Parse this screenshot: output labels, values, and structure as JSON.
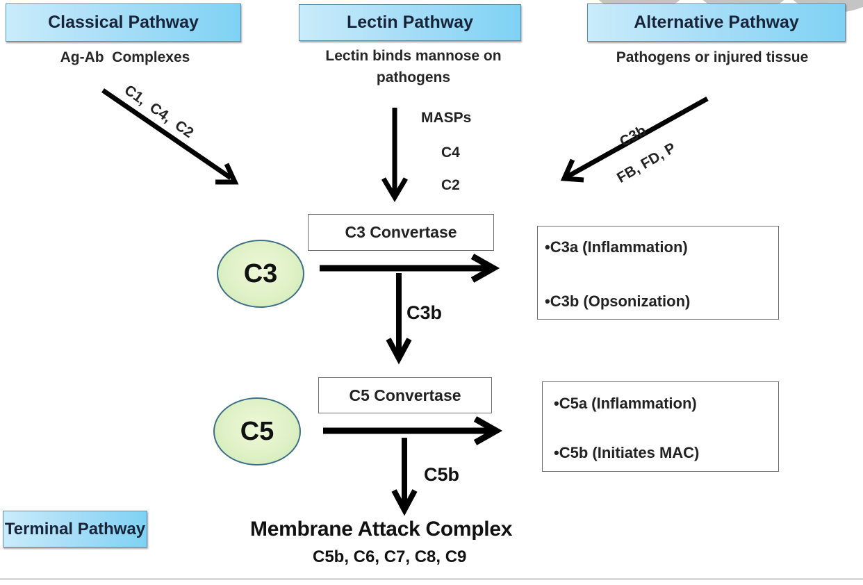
{
  "pathways": {
    "classical": {
      "title": "Classical Pathway",
      "trigger": "Ag-Ab  Complexes",
      "factors": "C1,  C4,  C2"
    },
    "lectin": {
      "title": "Lectin Pathway",
      "trigger_line1": "Lectin binds mannose on",
      "trigger_line2": "pathogens",
      "factors": [
        "MASPs",
        "C4",
        "C2"
      ]
    },
    "alternative": {
      "title": "Alternative Pathway",
      "trigger": "Pathogens or injured tissue",
      "factor_top": "C3b",
      "factor_bottom": "FB, FD, P"
    },
    "terminal": {
      "title": "Terminal Pathway"
    }
  },
  "c3_stage": {
    "substrate": "C3",
    "enzyme": "C3 Convertase",
    "down_label": "C3b",
    "products": [
      "•C3a (Inflammation)",
      "•C3b (Opsonization)"
    ]
  },
  "c5_stage": {
    "substrate": "C5",
    "enzyme": "C5 Convertase",
    "down_label": "C5b",
    "products": [
      "•C5a (Inflammation)",
      "•C5b (Initiates MAC)"
    ]
  },
  "mac": {
    "title": "Membrane Attack Complex",
    "components": "C5b, C6, C7, C8, C9"
  },
  "colors": {
    "pathway_box_light": "#c9ecfb",
    "pathway_box_dark": "#7fd2f4",
    "ellipse_fill": "#dff1c6",
    "ellipse_border": "#3f6f86",
    "arrow": "#000000"
  }
}
